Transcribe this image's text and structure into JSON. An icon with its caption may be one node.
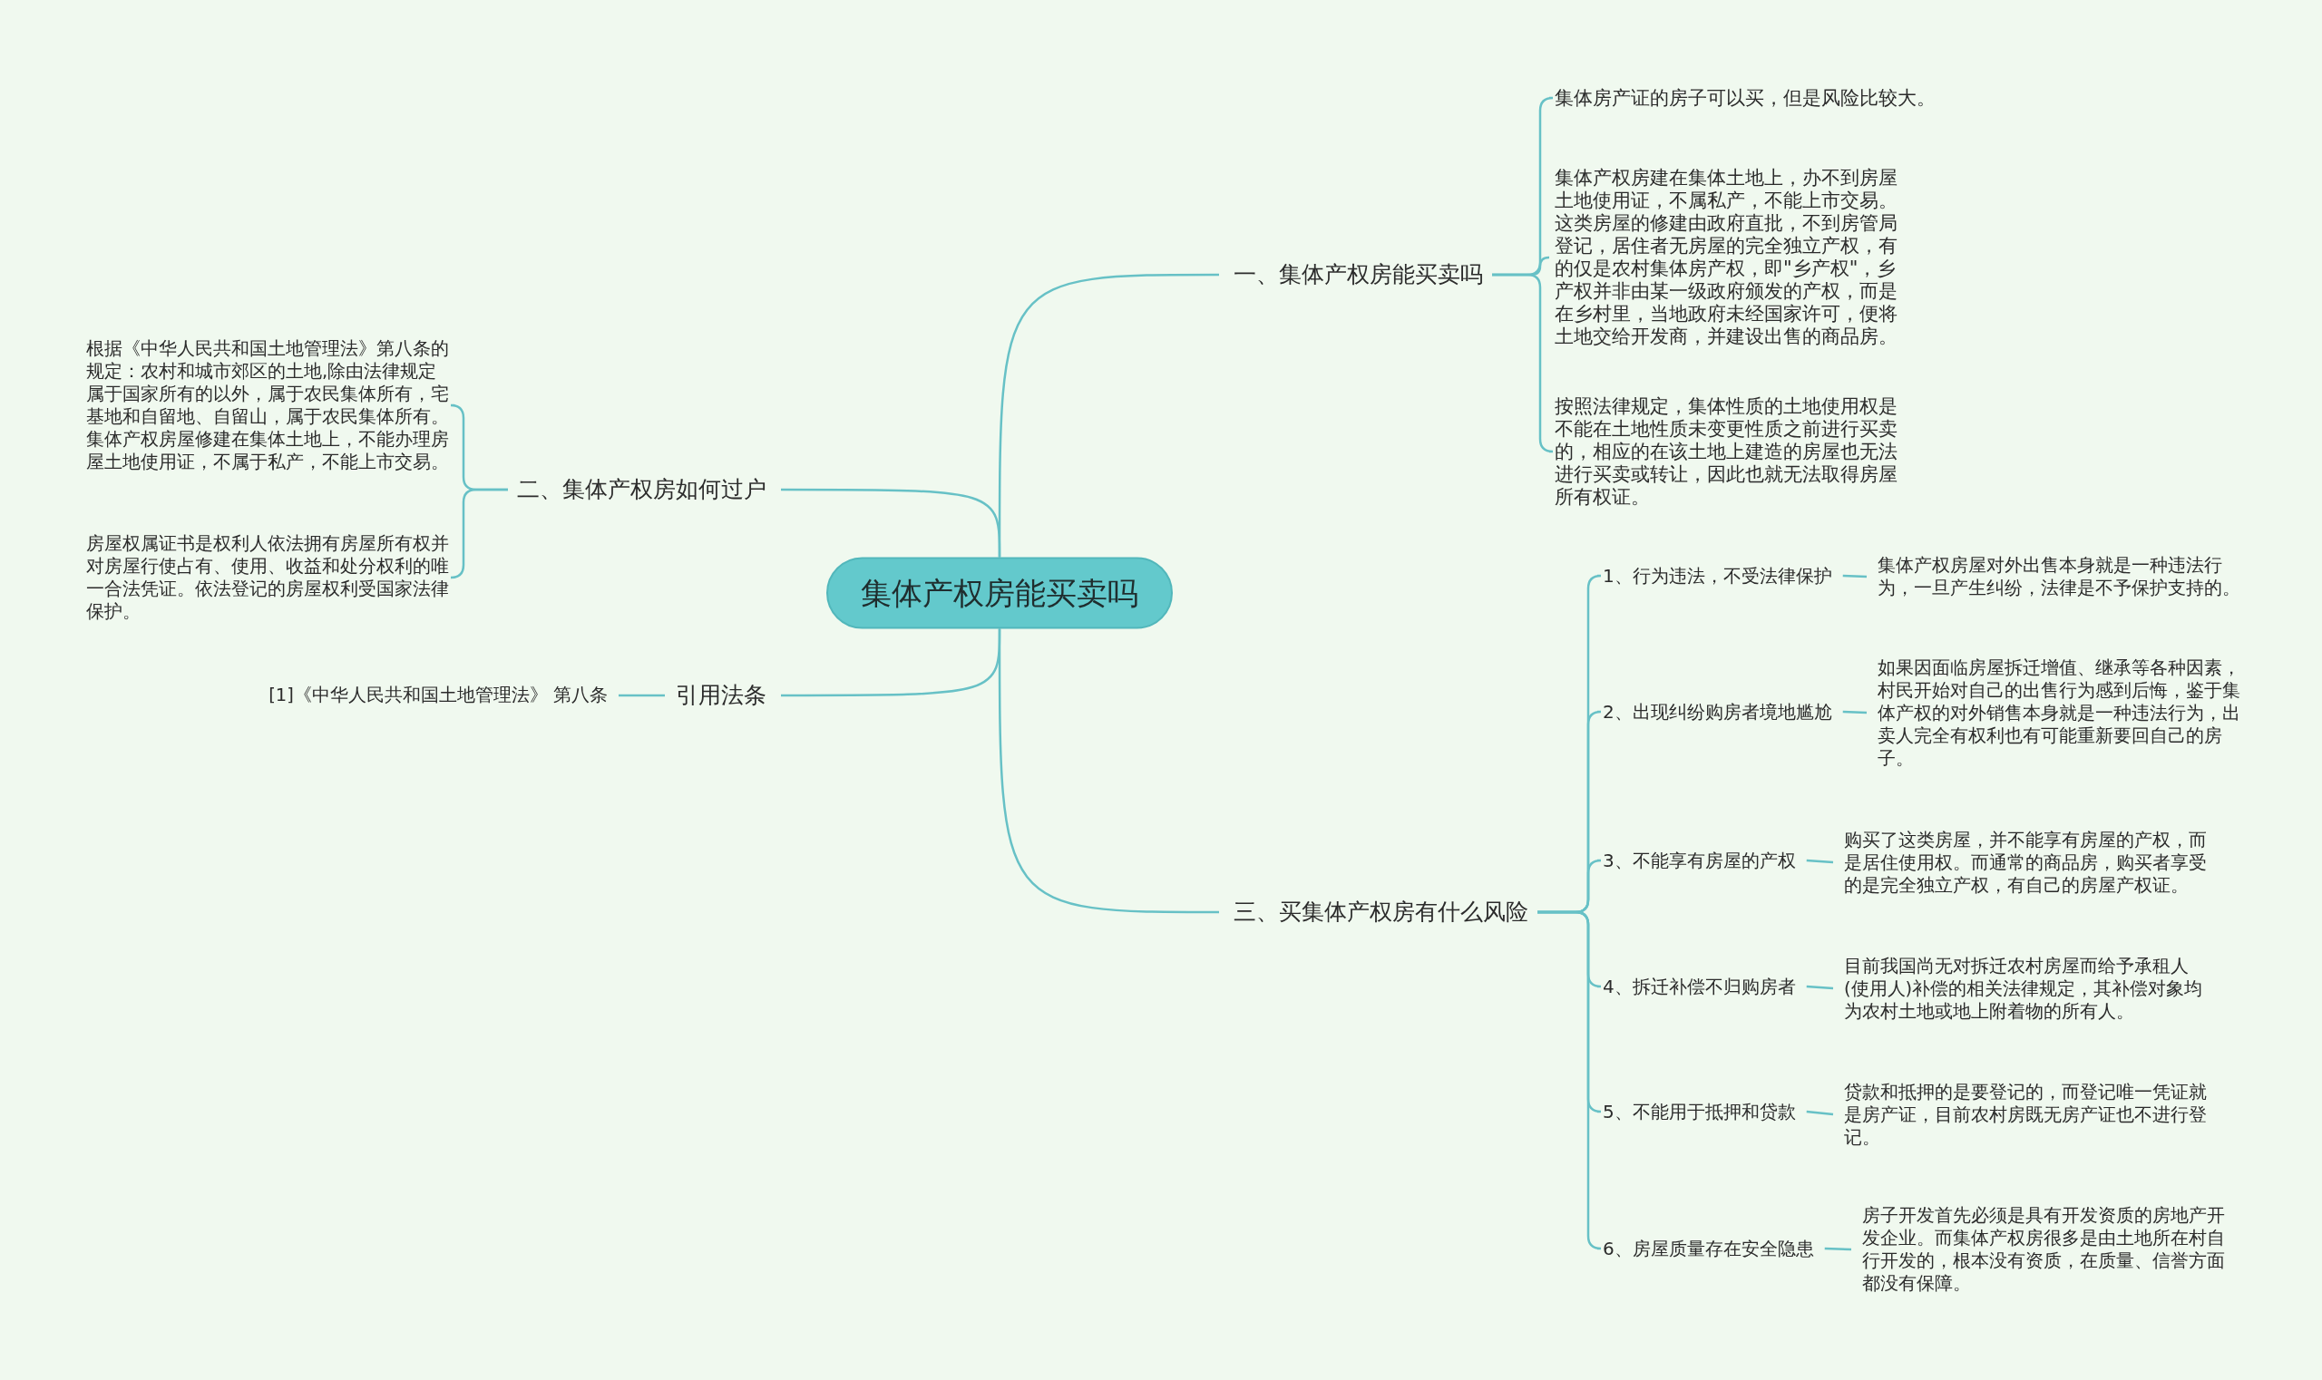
{
  "diagram": {
    "nodes": [
      {
        "text": [
          "集体产权房能买卖吗"
        ]
      },
      {
        "text": [
          "一、集体产权房能买卖吗"
        ]
      },
      {
        "text": [
          "集体房产证的房子可以买，但是风险比较大。"
        ]
      },
      {
        "text": [
          "集体产权房建在集体土地上，办不到房屋土地使用证，不属私产，不能上市交易。这类房屋的修建由政府直批，不到房管局登记，居住者无房屋的完全独立产权，有的仅是农村集体房产权，即\"乡产权\"，乡产权并非由某一级政府颁发的产权，而是在乡村里，当地政府未经国家许可，便将土地交给开发商，并建设出售的商品房。"
        ]
      },
      {
        "text": [
          "按照法律规定，集体性质的土地使用权是不能在土地性质未变更性质之前进行买卖的，相应的在该土地上建造的房屋也无法进行买卖或转让，因此也就无法取得房屋所有权证。"
        ]
      },
      {
        "text": [
          "二、集体产权房如何过户"
        ]
      },
      {
        "text": [
          "根据《中华人民共和国土地管理法》第八条的规定：农村和城市郊区的土地,除由法律规定属于国家所有的以外，属于农民集体所有，宅基地和自留地、自留山，属于农民集体所有。集体产权房屋修建在集体土地上，不能办理房屋土地使用证，不属于私产，不能上市交易。"
        ]
      },
      {
        "text": [
          "房屋权属证书是权利人依法拥有房屋所有权并对房屋行使占有、使用、收益和处分权利的唯一合法凭证。依法登记的房屋权利受国家法律保护。"
        ]
      },
      {
        "text": [
          "引用法条"
        ]
      },
      {
        "text": [
          "[1]《中华人民共和国土地管理法》 第八条"
        ]
      },
      {
        "text": [
          "三、买集体产权房有什么风险"
        ]
      },
      {
        "text": [
          "1、行为违法，不受法律保护"
        ]
      },
      {
        "text": [
          "2、出现纠纷购房者境地尴尬"
        ]
      },
      {
        "text": [
          "3、不能享有房屋的产权"
        ]
      },
      {
        "text": [
          "4、拆迁补偿不归购房者"
        ]
      },
      {
        "text": [
          "5、不能用于抵押和贷款"
        ]
      },
      {
        "text": [
          "6、房屋质量存在安全隐患"
        ]
      },
      {
        "text": [
          "集体产权房屋对外出售本身就是一种违法行为，一旦产生纠纷，法律是不予保护支持的。"
        ]
      },
      {
        "text": [
          "如果因面临房屋拆迁增值、继承等各种因素，村民开始对自己的出售行为感到后悔，鉴于集体产权的对外销售本身就是一种违法行为，出卖人完全有权利也有可能重新要回自己的房子。"
        ]
      },
      {
        "text": [
          "购买了这类房屋，并不能享有房屋的产权，而是居住使用权。而通常的商品房，购买者享受的是完全独立产权，有自己的房屋产权证。"
        ]
      },
      {
        "text": [
          "目前我国尚无对拆迁农村房屋而给予承租人(使用人)补偿的相关法律规定，其补偿对象均为农村土地或地上附着物的所有人。"
        ]
      },
      {
        "text": [
          "贷款和抵押的是要登记的，而登记唯一凭证就是房产证，目前农村房既无房产证也不进行登记。"
        ]
      },
      {
        "text": [
          "房子开发首先必须是具有开发资质的房地产开发企业。而集体产权房很多是由土地所在村自行开发的，根本没有资质，在质量、信誉方面都没有保障。"
        ]
      }
    ],
    "edges": [
      {
        "from": 0,
        "to": 1,
        "arrow": "none"
      },
      {
        "from": 1,
        "to": 2,
        "arrow": "none"
      },
      {
        "from": 1,
        "to": 3,
        "arrow": "none"
      },
      {
        "from": 1,
        "to": 4,
        "arrow": "none"
      },
      {
        "from": 0,
        "to": 5,
        "arrow": "none"
      },
      {
        "from": 5,
        "to": 6,
        "arrow": "none"
      },
      {
        "from": 5,
        "to": 7,
        "arrow": "none"
      },
      {
        "from": 0,
        "to": 8,
        "arrow": "none"
      },
      {
        "from": 8,
        "to": 9,
        "arrow": "none"
      },
      {
        "from": 0,
        "to": 10,
        "arrow": "none"
      },
      {
        "from": 10,
        "to": 11,
        "arrow": "none"
      },
      {
        "from": 10,
        "to": 12,
        "arrow": "none"
      },
      {
        "from": 10,
        "to": 13,
        "arrow": "none"
      },
      {
        "from": 10,
        "to": 14,
        "arrow": "none"
      },
      {
        "from": 10,
        "to": 15,
        "arrow": "none"
      },
      {
        "from": 10,
        "to": 16,
        "arrow": "none"
      },
      {
        "from": 11,
        "to": 17,
        "arrow": "none"
      },
      {
        "from": 12,
        "to": 18,
        "arrow": "none"
      },
      {
        "from": 13,
        "to": 19,
        "arrow": "none"
      },
      {
        "from": 14,
        "to": 20,
        "arrow": "none"
      },
      {
        "from": 15,
        "to": 21,
        "arrow": "none"
      },
      {
        "from": 16,
        "to": 22,
        "arrow": "none"
      }
    ]
  }
}
